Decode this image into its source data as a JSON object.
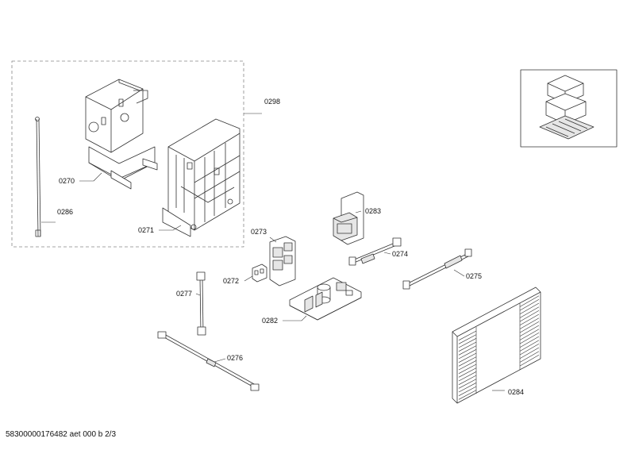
{
  "document": {
    "footer_text": "58300000176482 aet 000 b 2/3"
  },
  "callouts": [
    {
      "id": "0298",
      "label": "0298"
    },
    {
      "id": "0270",
      "label": "0270"
    },
    {
      "id": "0286",
      "label": "0286"
    },
    {
      "id": "0271",
      "label": "0271"
    },
    {
      "id": "0273",
      "label": "0273"
    },
    {
      "id": "0272",
      "label": "0272"
    },
    {
      "id": "0283",
      "label": "0283"
    },
    {
      "id": "0274",
      "label": "0274"
    },
    {
      "id": "0275",
      "label": "0275"
    },
    {
      "id": "0277",
      "label": "0277"
    },
    {
      "id": "0282",
      "label": "0282"
    },
    {
      "id": "0276",
      "label": "0276"
    },
    {
      "id": "0284",
      "label": "0284"
    }
  ],
  "colors": {
    "line": "#333333",
    "dashed_group": "#888888",
    "part_fill": "#ffffff",
    "part_shade": "#d9d9d9"
  }
}
